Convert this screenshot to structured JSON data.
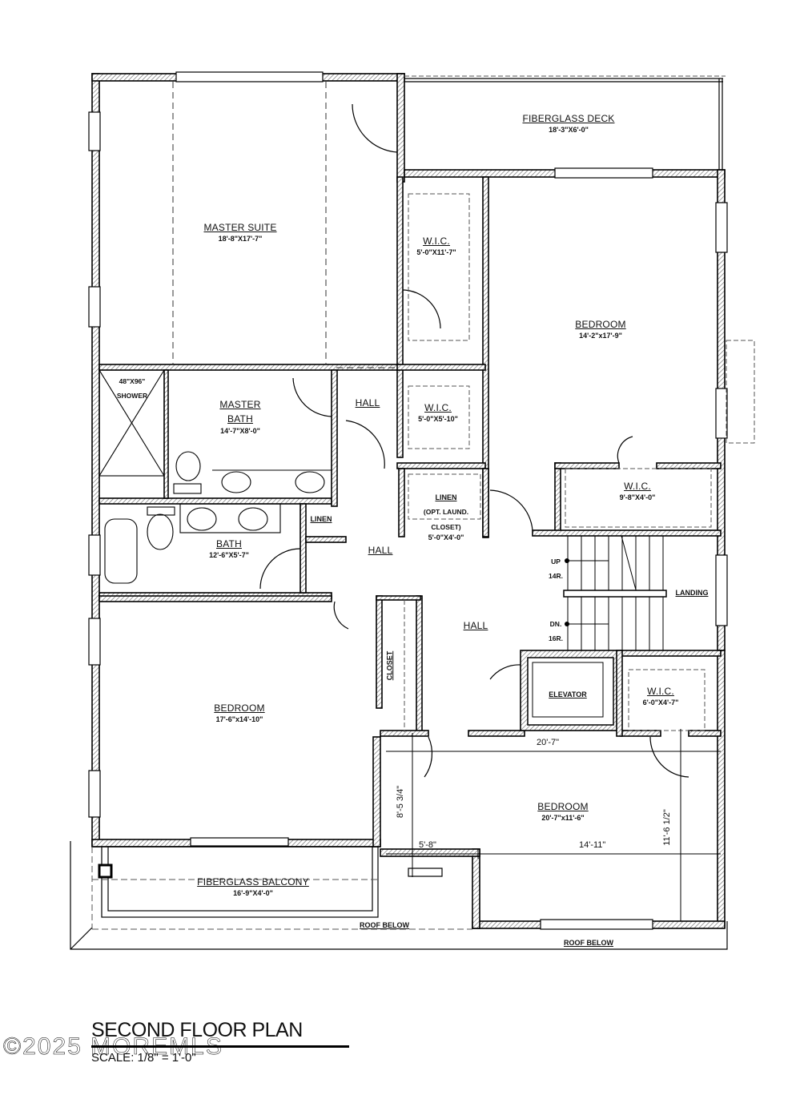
{
  "plan": {
    "title": "SECOND FLOOR PLAN",
    "scale": "SCALE: 1/8\" = 1'-0\"",
    "watermark": "©2025 MOREMLS"
  },
  "rooms": {
    "fiberglass_deck": {
      "name": "FIBERGLASS DECK",
      "dim": "18'-3\"X6'-0\""
    },
    "master_suite": {
      "name": "MASTER SUITE",
      "dim": "18'-8\"X17'-7\""
    },
    "wic_1": {
      "name": "W.I.C.",
      "dim": "5'-0\"X11'-7\""
    },
    "bedroom_ne": {
      "name": "BEDROOM",
      "dim": "14'-2\"x17'-9\""
    },
    "shower": {
      "name": "48\"X96\"",
      "sub": "SHOWER"
    },
    "master_bath": {
      "name1": "MASTER",
      "name2": "BATH",
      "dim": "14'-7\"X8'-0\""
    },
    "hall_1": {
      "name": "HALL"
    },
    "wic_2": {
      "name": "W.I.C.",
      "dim": "5'-0\"X5'-10\""
    },
    "wic_3": {
      "name": "W.I.C.",
      "dim": "9'-8\"X4'-0\""
    },
    "bath": {
      "name": "BATH",
      "dim": "12'-6\"X5'-7\""
    },
    "linen_small": {
      "name": "LINEN"
    },
    "linen_laund": {
      "name": "LINEN",
      "line2": "(OPT. LAUND.",
      "line3": "CLOSET)",
      "dim": "5'-0\"X4'-0\""
    },
    "hall_2": {
      "name": "HALL"
    },
    "hall_3": {
      "name": "HALL"
    },
    "stairs": {
      "up": "UP",
      "up_r": "14R.",
      "dn": "DN.",
      "dn_r": "16R."
    },
    "landing": {
      "name": "LANDING"
    },
    "closet": {
      "name": "CLOSET"
    },
    "bedroom_w": {
      "name": "BEDROOM",
      "dim": "17'-6\"x14'-10\""
    },
    "elevator": {
      "name": "ELEVATOR"
    },
    "wic_4": {
      "name": "W.I.C.",
      "dim": "6'-0\"X4'-7\""
    },
    "bedroom_se": {
      "name": "BEDROOM",
      "dim": "20'-7\"x11'-6\""
    },
    "fiberglass_balcony": {
      "name": "FIBERGLASS BALCONY",
      "dim": "16'-9\"X4'-0\""
    },
    "roof_below_1": {
      "name": "ROOF BELOW"
    },
    "roof_below_2": {
      "name": "ROOF BELOW"
    }
  },
  "dimensions": {
    "top_width": "20'-7\"",
    "left_seg": "5'-8\"",
    "right_seg": "14'-11\"",
    "left_vert": "8'-5 3/4\"",
    "right_vert": "11'-6 1/2\""
  }
}
